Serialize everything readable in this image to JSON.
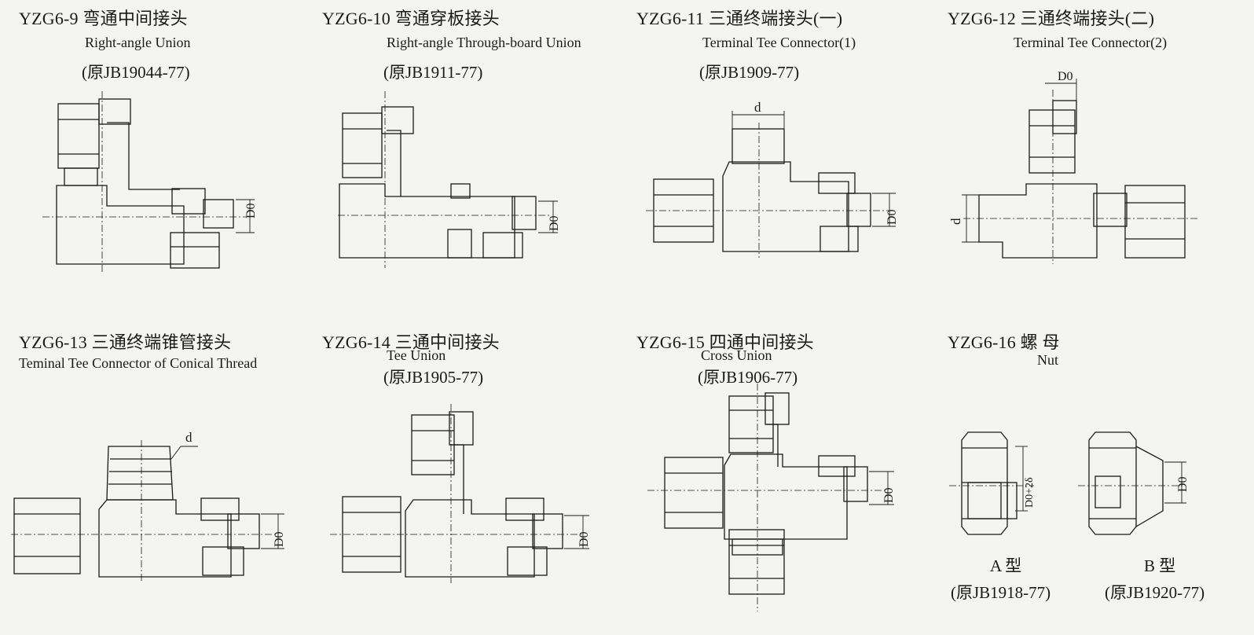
{
  "fittings": [
    {
      "id": "yzg6-9",
      "code": "YZG6-9",
      "cn": "弯通中间接头",
      "en": "Right-angle Union",
      "orig": "(原JB19044-77)",
      "dim": "D0"
    },
    {
      "id": "yzg6-10",
      "code": "YZG6-10",
      "cn": "弯通穿板接头",
      "en": "Right-angle Through-board Union",
      "orig": "(原JB1911-77)",
      "dim": "D0"
    },
    {
      "id": "yzg6-11",
      "code": "YZG6-11",
      "cn": "三通终端接头(一)",
      "en": "Terminal Tee Connector(1)",
      "orig": "(原JB1909-77)",
      "dim": "D0",
      "dim2": "d"
    },
    {
      "id": "yzg6-12",
      "code": "YZG6-12",
      "cn": "三通终端接头(二)",
      "en": "Terminal Tee Connector(2)",
      "orig": "",
      "dim": "D0",
      "dim2": "d"
    },
    {
      "id": "yzg6-13",
      "code": "YZG6-13",
      "cn": "三通终端锥管接头",
      "en": "Teminal Tee Connector of Conical Thread",
      "orig": "",
      "dim": "D0",
      "dim2": "d"
    },
    {
      "id": "yzg6-14",
      "code": "YZG6-14",
      "cn": "三通中间接头",
      "en": "Tee Union",
      "orig": "(原JB1905-77)",
      "dim": "D0"
    },
    {
      "id": "yzg6-15",
      "code": "YZG6-15",
      "cn": "四通中间接头",
      "en": "Cross Union",
      "orig": "(原JB1906-77)",
      "dim": "D0"
    },
    {
      "id": "yzg6-16",
      "code": "YZG6-16",
      "cn": "螺  母",
      "en": "Nut",
      "orig": "",
      "dim": "D0",
      "dim2": "D0+2δ",
      "types": [
        {
          "label": "A 型",
          "orig": "(原JB1918-77)"
        },
        {
          "label": "B 型",
          "orig": "(原JB1920-77)"
        }
      ]
    }
  ]
}
